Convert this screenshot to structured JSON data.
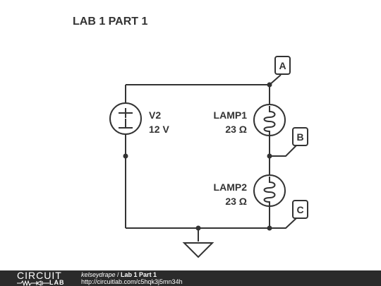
{
  "title": "LAB 1 PART 1",
  "source": {
    "name": "V2",
    "value": "12 V"
  },
  "lamps": [
    {
      "name": "LAMP1",
      "value": "23 Ω"
    },
    {
      "name": "LAMP2",
      "value": "23 Ω"
    }
  ],
  "nodes": [
    "A",
    "B",
    "C"
  ],
  "footer": {
    "logo_top": "CIRCUIT",
    "logo_bottom": "LAB",
    "author": "kelseydrape",
    "separator": " / ",
    "circuit_title": "Lab 1 Part 1",
    "url": "http://circuitlab.com/c5hqk3j5mn34h"
  },
  "colors": {
    "wire": "#333333",
    "footer_bg": "#2b2b2b"
  }
}
